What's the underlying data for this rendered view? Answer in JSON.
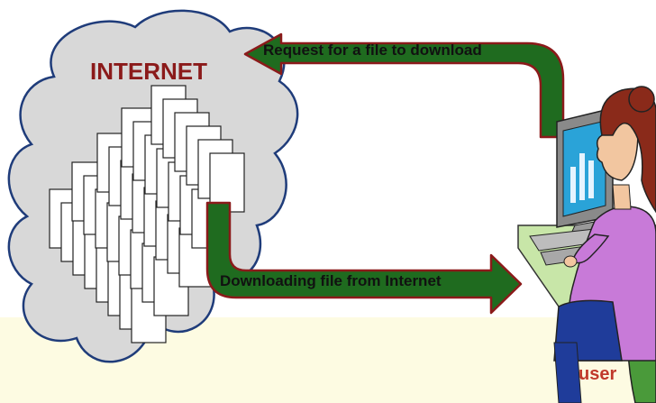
{
  "labels": {
    "cloud_title": "INTERNET",
    "request_arrow": "Request for a file to download",
    "download_arrow": "Downloading file from Internet",
    "user": "user"
  },
  "icons": {
    "cloud": "cloud-icon",
    "documents": "document-stack-icon",
    "user_figure": "user-at-computer-icon",
    "computer": "computer-monitor-icon"
  },
  "colors": {
    "cloud_fill": "#d8d8d8",
    "cloud_outline": "#1f3c7a",
    "arrow_fill": "#1f6b1f",
    "arrow_outline": "#8b1a1a",
    "internet_text": "#8b1a1a",
    "user_text": "#c0392b"
  }
}
